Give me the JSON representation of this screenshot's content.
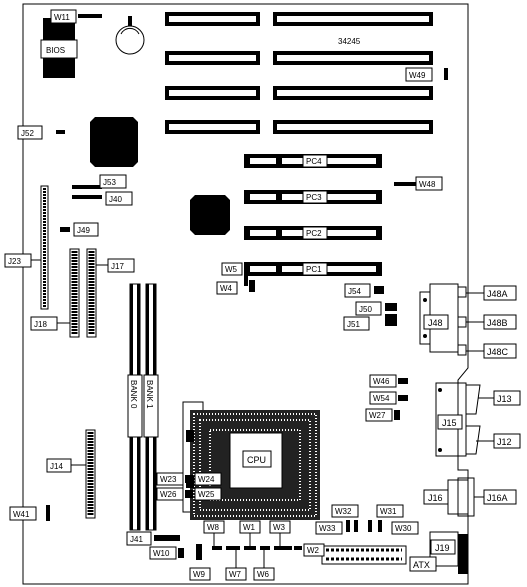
{
  "board_number": "34245",
  "chips": {
    "bios": "BIOS",
    "cpu": "CPU"
  },
  "slots": {
    "pc1": "PC1",
    "pc2": "PC2",
    "pc3": "PC3",
    "pc4": "PC4"
  },
  "banks": {
    "bank0": "BANK 0",
    "bank1": "BANK 1"
  },
  "connectors": {
    "j12": "J12",
    "j13": "J13",
    "j14": "J14",
    "j15": "J15",
    "j16": "J16",
    "j16a": "J16A",
    "j17": "J17",
    "j18": "J18",
    "j19": "J19",
    "j23": "J23",
    "j40": "J40",
    "j41": "J41",
    "j48": "J48",
    "j48a": "J48A",
    "j48b": "J48B",
    "j48c": "J48C",
    "j49": "J49",
    "j50": "J50",
    "j51": "J51",
    "j52": "J52",
    "j53": "J53",
    "j54": "J54",
    "atx": "ATX"
  },
  "jumpers": {
    "w1": "W1",
    "w2": "W2",
    "w3": "W3",
    "w4": "W4",
    "w5": "W5",
    "w6": "W6",
    "w7": "W7",
    "w8": "W8",
    "w9": "W9",
    "w10": "W10",
    "w11": "W11",
    "w23": "W23",
    "w24": "W24",
    "w25": "W25",
    "w26": "W26",
    "w27": "W27",
    "w30": "W30",
    "w31": "W31",
    "w32": "W32",
    "w33": "W33",
    "w41": "W41",
    "w46": "W46",
    "w48": "W48",
    "w49": "W49",
    "w54": "W54"
  }
}
